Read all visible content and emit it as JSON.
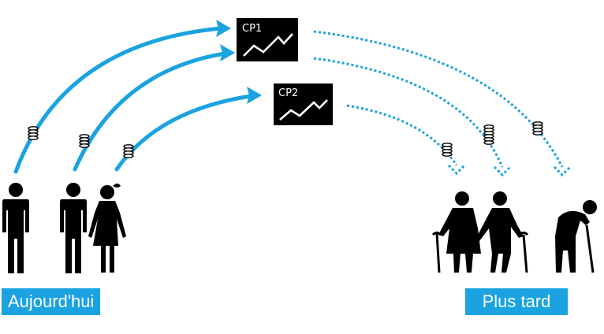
{
  "colors": {
    "accent": "#1aa3e0",
    "figure": "#000000",
    "panel": "#000000"
  },
  "panels": [
    {
      "id": "cp1",
      "label": "CP1",
      "icon": "rising-chart-icon"
    },
    {
      "id": "cp2",
      "label": "CP2",
      "icon": "rising-chart-icon"
    }
  ],
  "labels": {
    "today": "Aujourd'hui",
    "later": "Plus tard"
  },
  "icons": [
    "coin-stack-icon",
    "person-icon",
    "elderly-person-icon",
    "cane-icon"
  ]
}
